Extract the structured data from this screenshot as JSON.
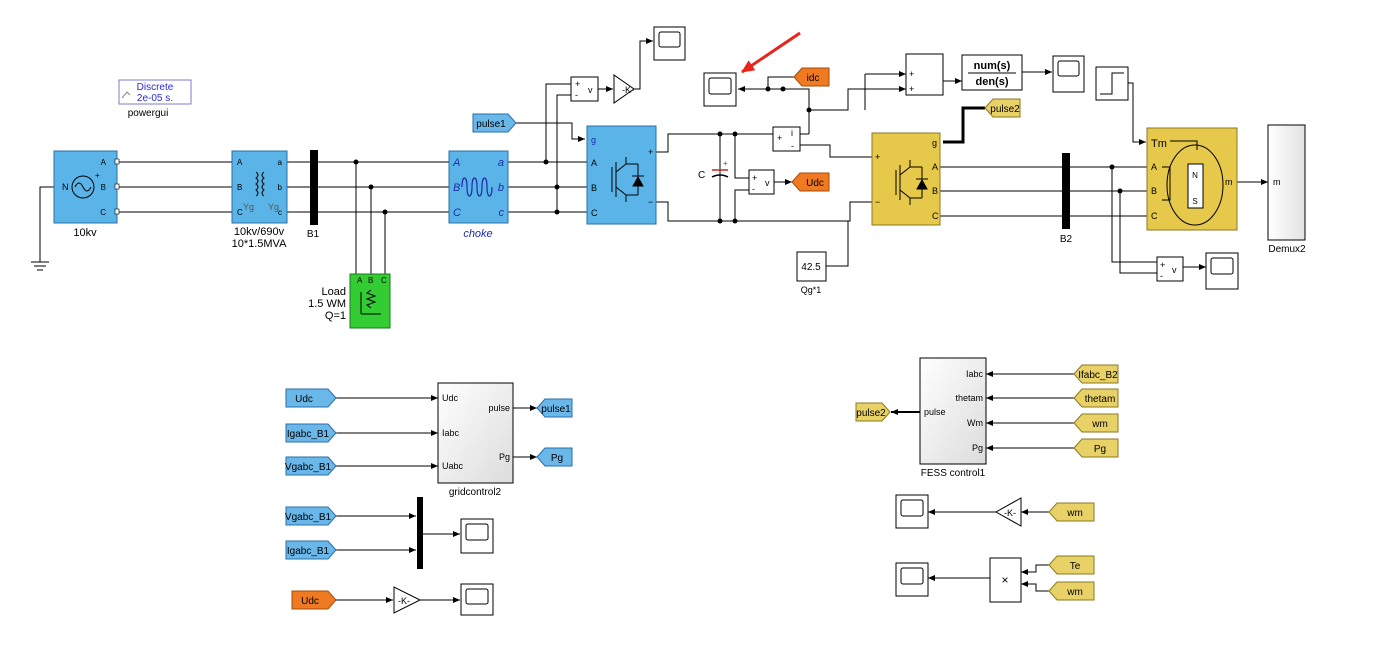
{
  "colors": {
    "blue_block": "#5bb4e8",
    "blue_tag": "#6ab7ea",
    "orange_tag": "#f07a22",
    "yellow_block": "#e6c84a",
    "yellow_tag": "#e8d166",
    "green_block": "#33cc33",
    "wire": "#000000",
    "arrow_red": "#e8241c",
    "subsystem_fill": "#f4f4f4"
  },
  "powergui": {
    "line1": "Discrete",
    "line2": "2e-05 s.",
    "name": "powergui"
  },
  "source": {
    "name": "10kv",
    "port_n": "N",
    "ports": [
      "A",
      "B",
      "C"
    ]
  },
  "transformer": {
    "name_line1": "10kv/690v",
    "name_line2": "10*1.5MVA",
    "left_ports": [
      "A",
      "B",
      "C"
    ],
    "right_ports": [
      "a",
      "b",
      "c"
    ],
    "winding1": "Yg",
    "winding2": "Yg"
  },
  "bus1": {
    "name": "B1"
  },
  "bus2": {
    "name": "B2"
  },
  "load": {
    "line1": "Load",
    "line2": "1.5 WM",
    "line3": "Q=1",
    "ports": [
      "A",
      "B",
      "C"
    ]
  },
  "choke": {
    "name": "choke",
    "left_ports": [
      "A",
      "B",
      "C"
    ],
    "right_ports": [
      "a",
      "b",
      "c"
    ]
  },
  "grid_converter": {
    "g": "g",
    "plus": "+",
    "minus": "−",
    "ports": [
      "A",
      "B",
      "C"
    ]
  },
  "fess_converter": {
    "g": "g",
    "plus": "+",
    "minus": "−",
    "ports": [
      "A",
      "B",
      "C"
    ]
  },
  "machine": {
    "tm": "Tm",
    "m": "m",
    "ports": [
      "A",
      "B",
      "C"
    ],
    "n": "N",
    "s": "S"
  },
  "demux": {
    "name": "Demux2",
    "port": "m"
  },
  "capacitor": {
    "name": "C"
  },
  "voltmeter": {
    "v": "v",
    "plus": "+",
    "minus": "-"
  },
  "ammeter": {
    "i": "i",
    "plus": "+",
    "minus": "-"
  },
  "sum": {
    "plus": "+"
  },
  "transfer_fcn": {
    "num": "num(s)",
    "den": "den(s)"
  },
  "gain": {
    "label": "-K-"
  },
  "product": {
    "symbol": "×"
  },
  "constant": {
    "value": "42.5",
    "name": "Qg*1"
  },
  "tags": {
    "pulse1": "pulse1",
    "pulse2": "pulse2",
    "idc": "idc",
    "udc": "Udc",
    "igabc_b1": "Igabc_B1",
    "vgabc_b1": "Vgabc_B1",
    "pg": "Pg",
    "ifabc_b2": "Ifabc_B2",
    "thetam": "thetam",
    "wm": "wm",
    "te": "Te"
  },
  "gridcontrol": {
    "name": "gridcontrol2",
    "inputs": [
      "Udc",
      "Iabc",
      "Uabc"
    ],
    "outputs": [
      "pulse",
      "Pg"
    ]
  },
  "fesscontrol": {
    "name": "FESS control1",
    "inputs": [
      "Iabc",
      "thetam",
      "Wm",
      "Pg"
    ],
    "output": "pulse"
  }
}
